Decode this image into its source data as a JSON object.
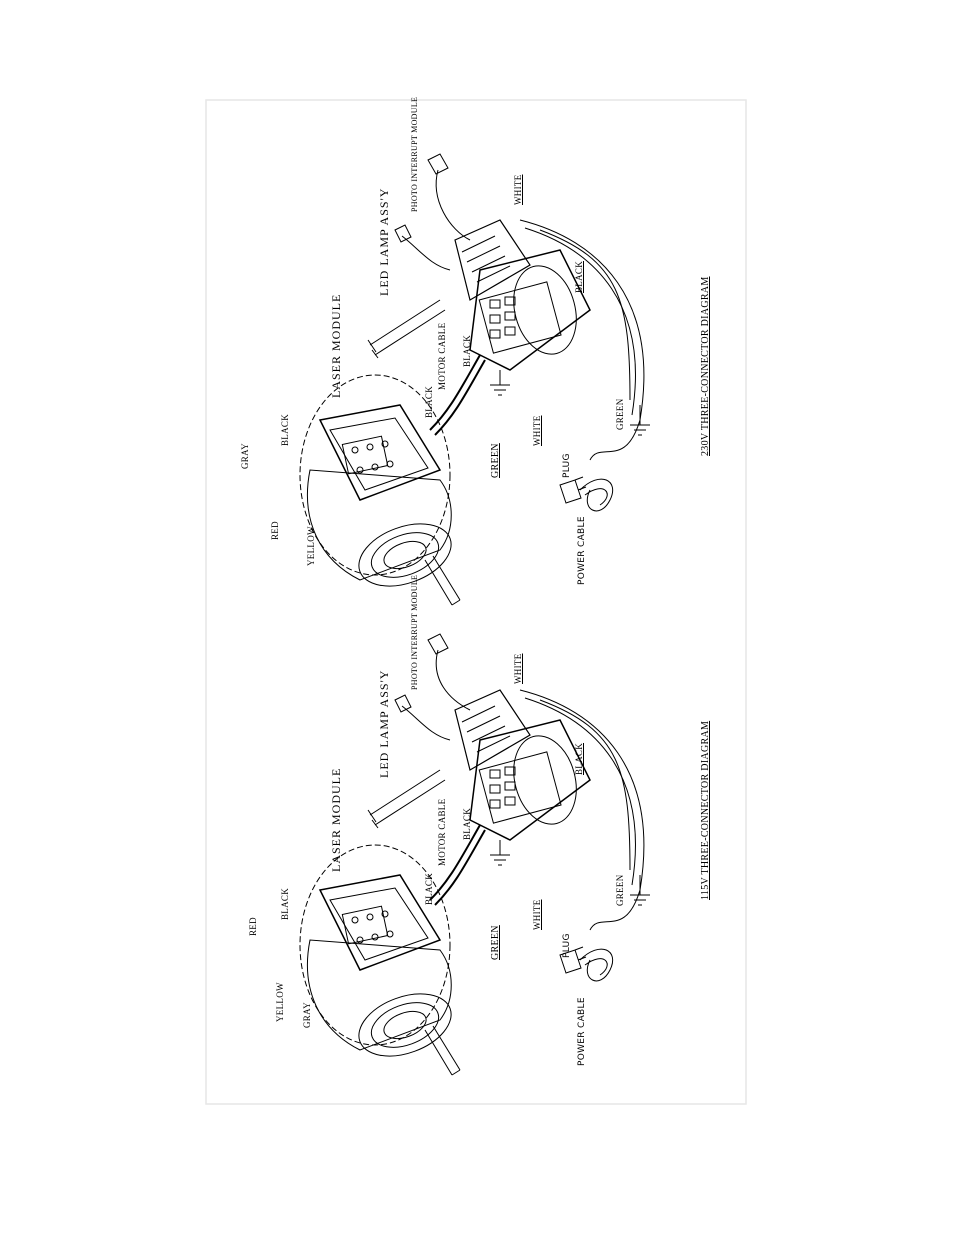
{
  "frame_color": "#e6e6e6",
  "diagrams": {
    "top": {
      "title": "230V THREE-CONNECTOR DIAGRAM",
      "labels": {
        "photo_interrupt": "PHOTO INTERRUPT MODULE",
        "led_lamp": "LED LAMP ASS'Y",
        "laser_module": "LASER MODULE",
        "white_top": "WHITE",
        "black_right": "BLACK",
        "motor_cable": "MOTOR CABLE",
        "black_mc": "BLACK",
        "black_motor": "BLACK",
        "black_term": "BLACK",
        "gray": "GRAY",
        "red": "RED",
        "yellow": "YELLOW",
        "green_mid": "GREEN",
        "white_mid": "WHITE",
        "green_power": "GREEN",
        "plug": "PLUG",
        "power_cable": "POWER CABLE"
      }
    },
    "bottom": {
      "title": "115V THREE-CONNECTOR DIAGRAM",
      "labels": {
        "photo_interrupt": "PHOTO INTERRUPT MODULE",
        "led_lamp": "LED LAMP ASS'Y",
        "laser_module": "LASER MODULE",
        "white_top": "WHITE",
        "black_right": "BLACK",
        "motor_cable": "MOTOR CABLE",
        "black_mc": "BLACK",
        "black_motor": "BLACK",
        "black_term": "BLACK",
        "red": "RED",
        "yellow": "YELLOW",
        "gray": "GRAY",
        "green_mid": "GREEN",
        "white_mid": "WHITE",
        "green_power": "GREEN",
        "plug": "PLUG",
        "power_cable": "POWER CABLE"
      }
    }
  }
}
